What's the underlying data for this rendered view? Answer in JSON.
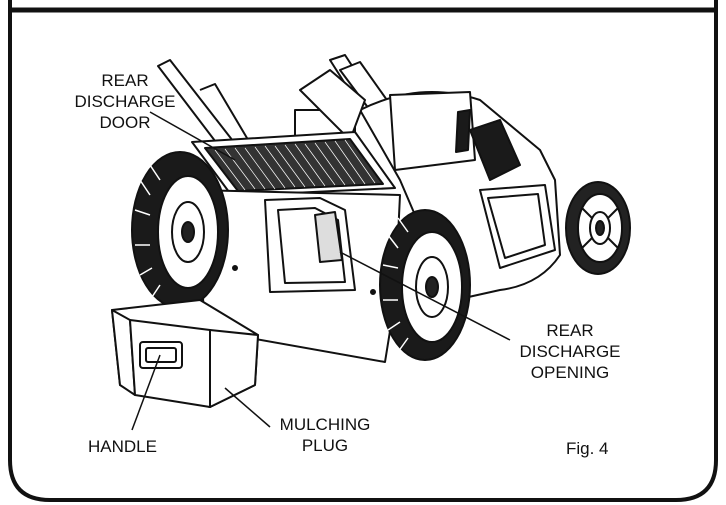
{
  "labels": {
    "rear_discharge_door": [
      "REAR",
      "DISCHARGE",
      "DOOR"
    ],
    "rear_discharge_opening": [
      "REAR",
      "DISCHARGE",
      "OPENING"
    ],
    "handle": "HANDLE",
    "mulching_plug": [
      "MULCHING",
      "PLUG"
    ],
    "figure": "Fig. 4"
  },
  "colors": {
    "frame": "#111111",
    "line": "#111111",
    "fill_dark": "#1a1a1a",
    "fill_mid": "#9a9a9a",
    "fill_light": "#ffffff"
  }
}
